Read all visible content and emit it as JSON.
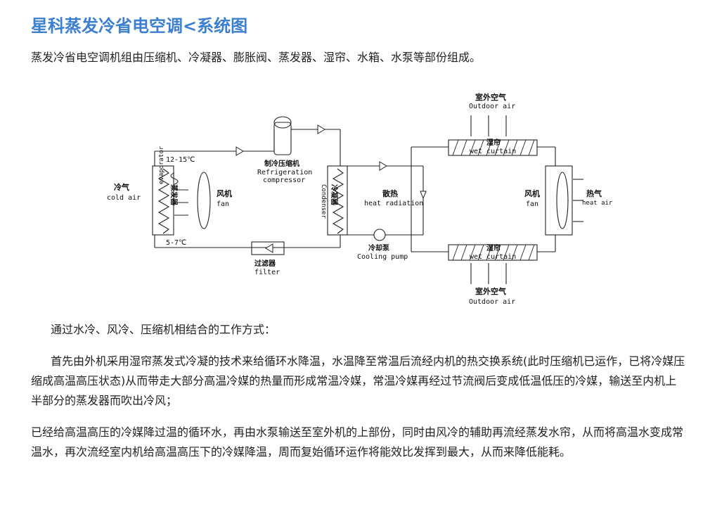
{
  "title": "星科蒸发冷省电空调<系统图",
  "intro": "蒸发冷省电空调机组由压缩机、冷凝器、膨胀阀、蒸发器、湿帘、水箱、水泵等部份组成。",
  "diagram": {
    "outdoor_top_zh": "室外空气",
    "outdoor_top_en": "Outdoor air",
    "outdoor_bottom_zh": "室外空气",
    "outdoor_bottom_en": "Outdoor air",
    "temp_high": "12-15℃",
    "temp_low": "5-7℃",
    "cold_zh": "冷气",
    "cold_en": "cold air",
    "evaporator_zh": "蒸发器",
    "evaporator_en": "evaporator",
    "fan_left_zh": "风机",
    "fan_left_en": "fan",
    "compressor_zh": "制冷压缩机",
    "compressor_en1": "Refrigeration",
    "compressor_en2": "compressor",
    "condenser_zh": "冷凝器",
    "condenser_en": "Condenser",
    "heat_rad_zh": "散热",
    "heat_rad_en": "heat radiation",
    "pump_zh": "冷却泵",
    "pump_en": "Cooling pump",
    "filter_zh": "过滤器",
    "filter_en": "filter",
    "curtain_top_zh": "湿帘",
    "curtain_top_en": "wet curtain",
    "curtain_bottom_zh": "湿帘",
    "curtain_bottom_en": "wet curtain",
    "fan_right_zh": "风机",
    "fan_right_en": "fan",
    "hot_zh": "热气",
    "hot_en": "heat air"
  },
  "para2": "通过水冷、风冷、压缩机相结合的工作方式：",
  "para3": "首先由外机采用湿帘蒸发式冷凝的技术来给循环水降温，水温降至常温后流经内机的热交换系统(此时压缩机已运作，已将冷媒压缩成高温高压状态)从而带走大部分高温冷媒的热量而形成常温冷媒，常温冷媒再经过节流阀后变成低温低压的冷媒，输送至内机上半部分的蒸发器而吹出冷风；",
  "para4": "已经给高温高压的冷媒降过温的循环水，再由水泵输送至室外机的上部份，同时由风冷的辅助再流经蒸发水帘，从而将高温水变成常温水，再次流经室内机给高温高压下的冷媒降温，周而复始循环运作将能效比发挥到最大，从而来降低能耗。"
}
